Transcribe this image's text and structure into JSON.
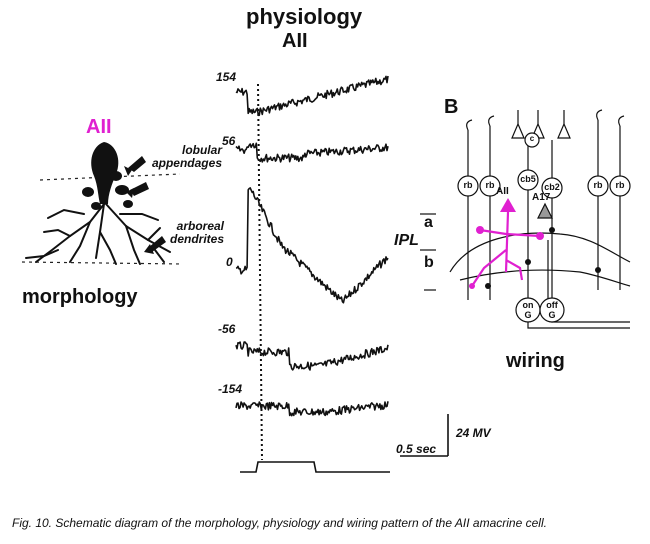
{
  "physiology": {
    "title": "physiology",
    "subtitle": "AII",
    "traces": [
      {
        "voltage_label": "154"
      },
      {
        "voltage_label": "56"
      },
      {
        "voltage_label": "0"
      },
      {
        "voltage_label": "-56"
      },
      {
        "voltage_label": "-154"
      }
    ],
    "scale_time": "0.5 sec",
    "scale_voltage": "24 MV"
  },
  "morphology": {
    "cell_label": "AII",
    "annotation_lobular": "lobular appendages",
    "annotation_arboreal": "arboreal dendrites",
    "title": "morphology"
  },
  "wiring": {
    "panel_letter": "B",
    "ipl_label": "IPL",
    "sublamina_a": "a",
    "sublamina_b": "b",
    "cells": [
      "rb",
      "rb",
      "cb5",
      "cb2",
      "rb",
      "rb",
      "c",
      "AII",
      "A17",
      "on G",
      "off G"
    ],
    "title": "wiring"
  },
  "caption": "Fig. 10. Schematic diagram of the morphology, physiology and wiring pattern of the AII amacrine cell.",
  "colors": {
    "accent": "#e020d0",
    "ink": "#111111"
  }
}
